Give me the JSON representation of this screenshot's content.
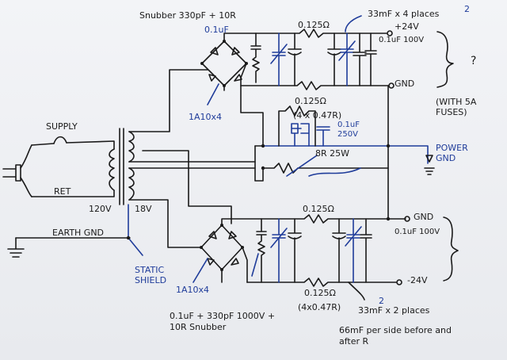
{
  "labels": {
    "snubber_top": "Snubber 330pF + 10R",
    "cap_top_note": "0.1uF",
    "bridge_top": "1A10x4",
    "r_top_a": "0.125Ω",
    "r_top_b": "0.125Ω",
    "caps_top": "33mF x 4 places",
    "plus24v": "+24V",
    "ceramic_top": "0.1uF 100V",
    "gnd_top": "GND",
    "fuse_q": "?",
    "fuse_note": "(WITH 5A FUSES)",
    "res_bank": "(4 x 0.47R)",
    "cap_mid": "0.1uF 250V",
    "r_8r": "8R 25W",
    "power_gnd": "POWER GND",
    "supply": "SUPPLY",
    "ret": "RET",
    "v120": "120V",
    "v18": "18V",
    "earth_gnd": "EARTH GND",
    "static_shield": "STATIC SHIELD",
    "r_bot_a": "0.125Ω",
    "gnd_bot": "GND",
    "ceramic_bot": "0.1uF 100V",
    "bridge_bot": "1A10x4",
    "r_bot_b": "0.125Ω",
    "minus24v": "-24V",
    "snubber_bot": "0.1uF + 330pF 1000V + 10R Snubber",
    "res_bank_bot": "(4x0.47R)",
    "caps_bot": "33mF x 2 places",
    "per_side": "66mF per side before and after R",
    "mark_2a": "2",
    "mark_2b": "2"
  },
  "colors": {
    "ink": "#1a1a1a",
    "blue": "#1f3c9a",
    "paper": "#eef0f3"
  }
}
